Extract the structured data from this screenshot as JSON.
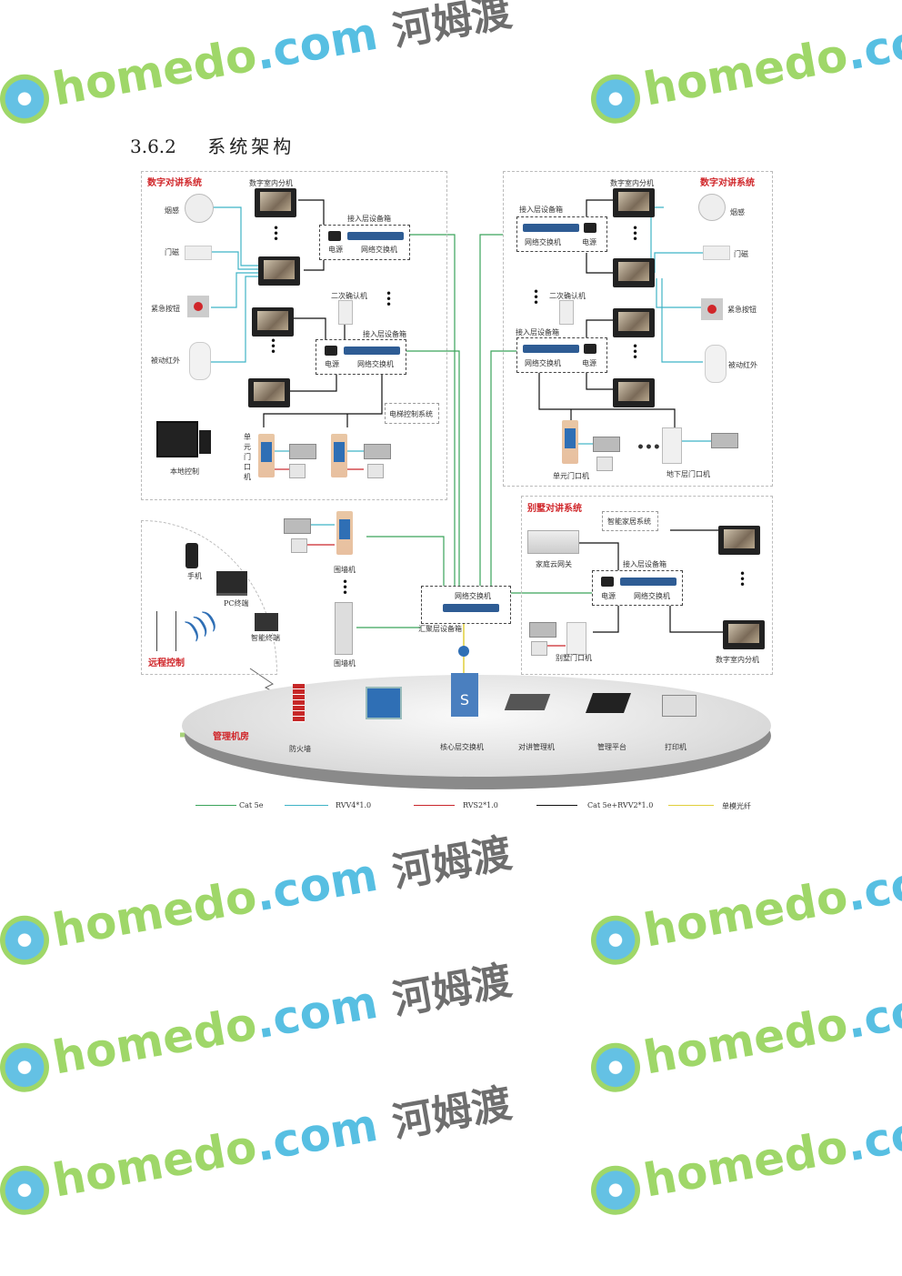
{
  "heading": {
    "number": "3.6.2",
    "title": "系统架构"
  },
  "left_system": {
    "title": "数字对讲系统",
    "indoor_unit": "数字室内分机",
    "smoke": "烟感",
    "door_sensor": "门磁",
    "emergency": "紧急按钮",
    "pir": "被动红外",
    "access_box": "接入层设备箱",
    "power": "电源",
    "switch": "网络交换机",
    "confirm": "二次确认机",
    "elevator": "电梯控制系统",
    "local": "本地控制",
    "unit_door": "单元门口机"
  },
  "right_system": {
    "title": "数字对讲系统",
    "indoor_unit": "数字室内分机",
    "smoke": "烟感",
    "door_sensor": "门磁",
    "emergency": "紧急按钮",
    "pir": "被动红外",
    "access_box": "接入层设备箱",
    "power": "电源",
    "switch": "网络交换机",
    "confirm": "二次确认机",
    "unit_door": "单元门口机",
    "basement_door": "地下层门口机"
  },
  "villa_system": {
    "title": "别墅对讲系统",
    "smart_home": "智能家居系统",
    "gateway": "家庭云网关",
    "access_box": "接入层设备箱",
    "power": "电源",
    "switch": "网络交换机",
    "villa_door": "别墅门口机",
    "indoor_unit": "数字室内分机"
  },
  "middle": {
    "wall_unit_1": "围墙机",
    "wall_unit_2": "围墙机",
    "agg_switch": "网络交换机",
    "agg_box": "汇聚层设备箱"
  },
  "remote": {
    "title": "远程控制",
    "phone": "手机",
    "pc": "PC终端",
    "smart_terminal": "智能终端"
  },
  "control_room": {
    "title": "管理机房",
    "devices": [
      "防火墙",
      "核心层交换机",
      "对讲管理机",
      "管理平台",
      "打印机"
    ]
  },
  "legend": [
    {
      "label": "Cat 5e",
      "color": "#3aa35a"
    },
    {
      "label": "RVV4*1.0",
      "color": "#3fb3c6"
    },
    {
      "label": "RVS2*1.0",
      "color": "#c9262b"
    },
    {
      "label": "Cat 5e+RVV2*1.0",
      "color": "#111111"
    },
    {
      "label": "单模光纤",
      "color": "#e0cf3a"
    }
  ],
  "watermark": {
    "latin": "homedo.com",
    "chinese": "河姆渡"
  }
}
